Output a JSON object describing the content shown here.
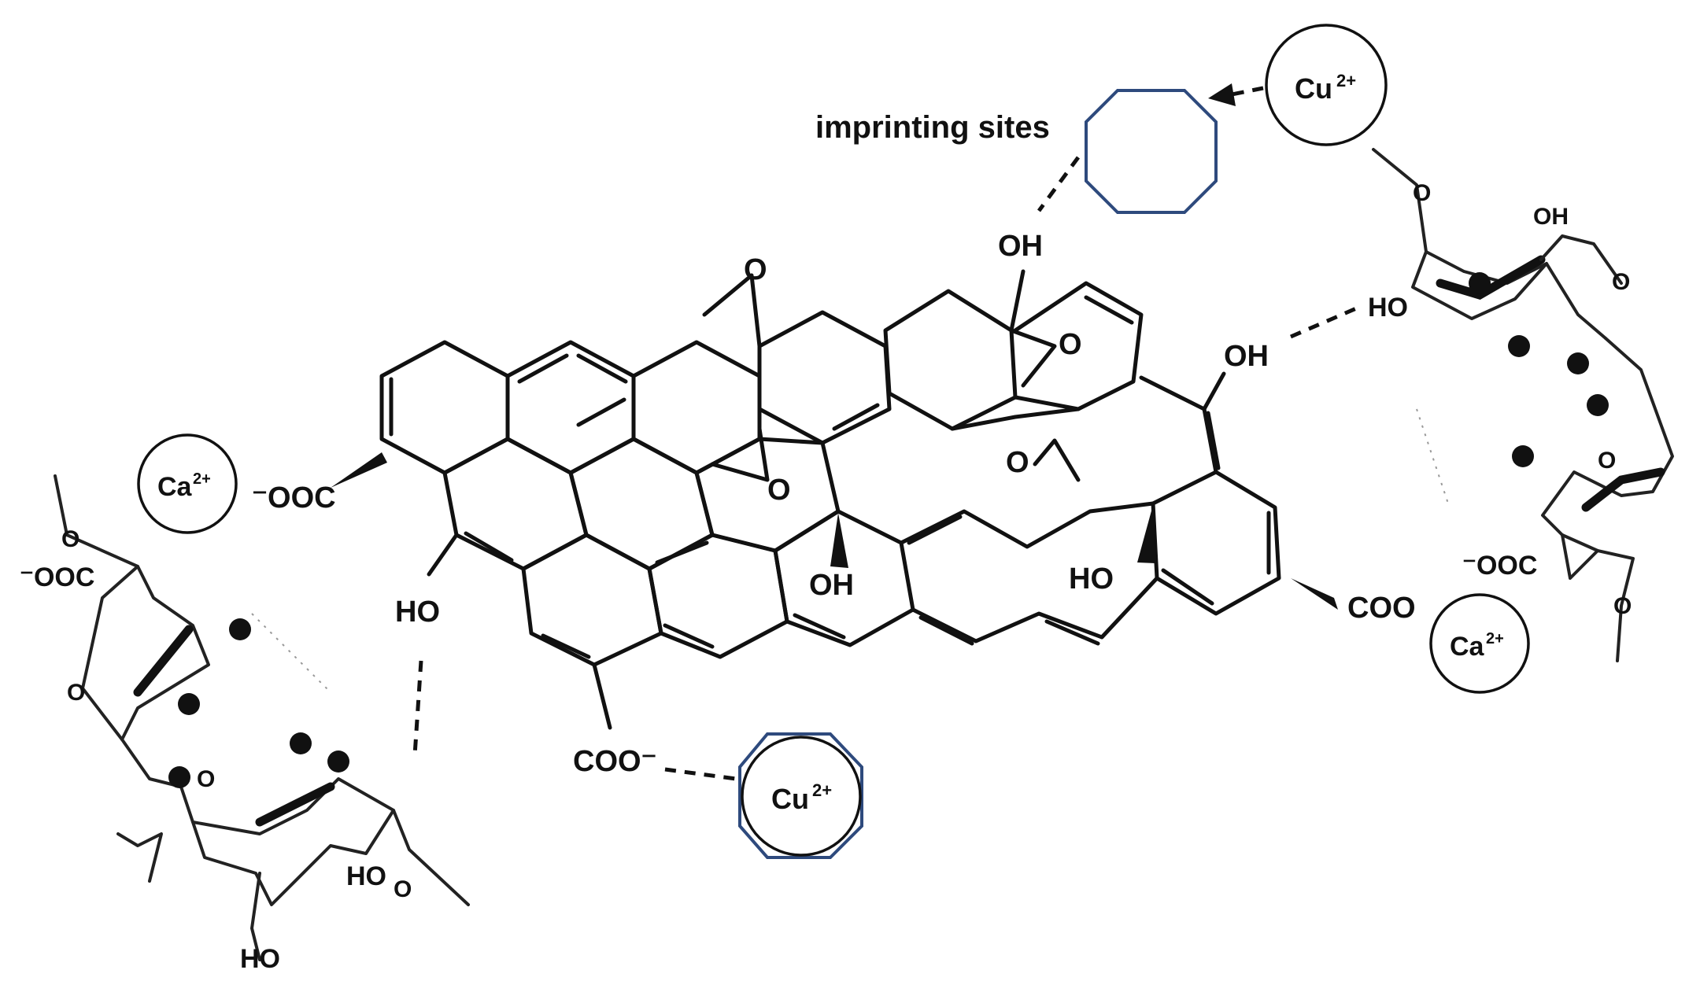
{
  "labels": {
    "imprinting_sites": "imprinting sites",
    "cu_top": "Cu",
    "cu_top_charge": "2+",
    "cu_bottom": "Cu",
    "cu_bottom_charge": "2+",
    "ca_left": "Ca",
    "ca_left_charge": "2+",
    "ca_right": "Ca",
    "ca_right_charge": "2+",
    "carboxylate_left": "⁻OOC",
    "carboxylate_bottom": "COO⁻",
    "carboxylate_right": "COO",
    "alginate_left_carboxylate": "⁻OOC",
    "alginate_right_carboxylate": "⁻OOC",
    "epoxide_top": "O",
    "epoxide_mid": "O",
    "epoxide_right": "O",
    "ether_o": "O",
    "oh_top": "OH",
    "oh_right": "OH",
    "oh_center": "OH",
    "ho_right": "HO",
    "ho_left": "HO",
    "ho_alginate_right": "HO",
    "oh_alginate_right": "OH",
    "ring_o_alginate_right_1": "O",
    "ring_o_alginate_right_2": "O",
    "chain_o_alginate_right_top": "O",
    "chain_o_alginate_right_bottom": "O",
    "ring_o_alginate_left_1": "O",
    "ring_o_alginate_left_2": "O",
    "chain_o_alginate_left_top": "O",
    "chain_o_alginate_left_bottom": "O",
    "ho_alginate_left_1": "HO",
    "ho_alginate_left_2": "HO"
  }
}
